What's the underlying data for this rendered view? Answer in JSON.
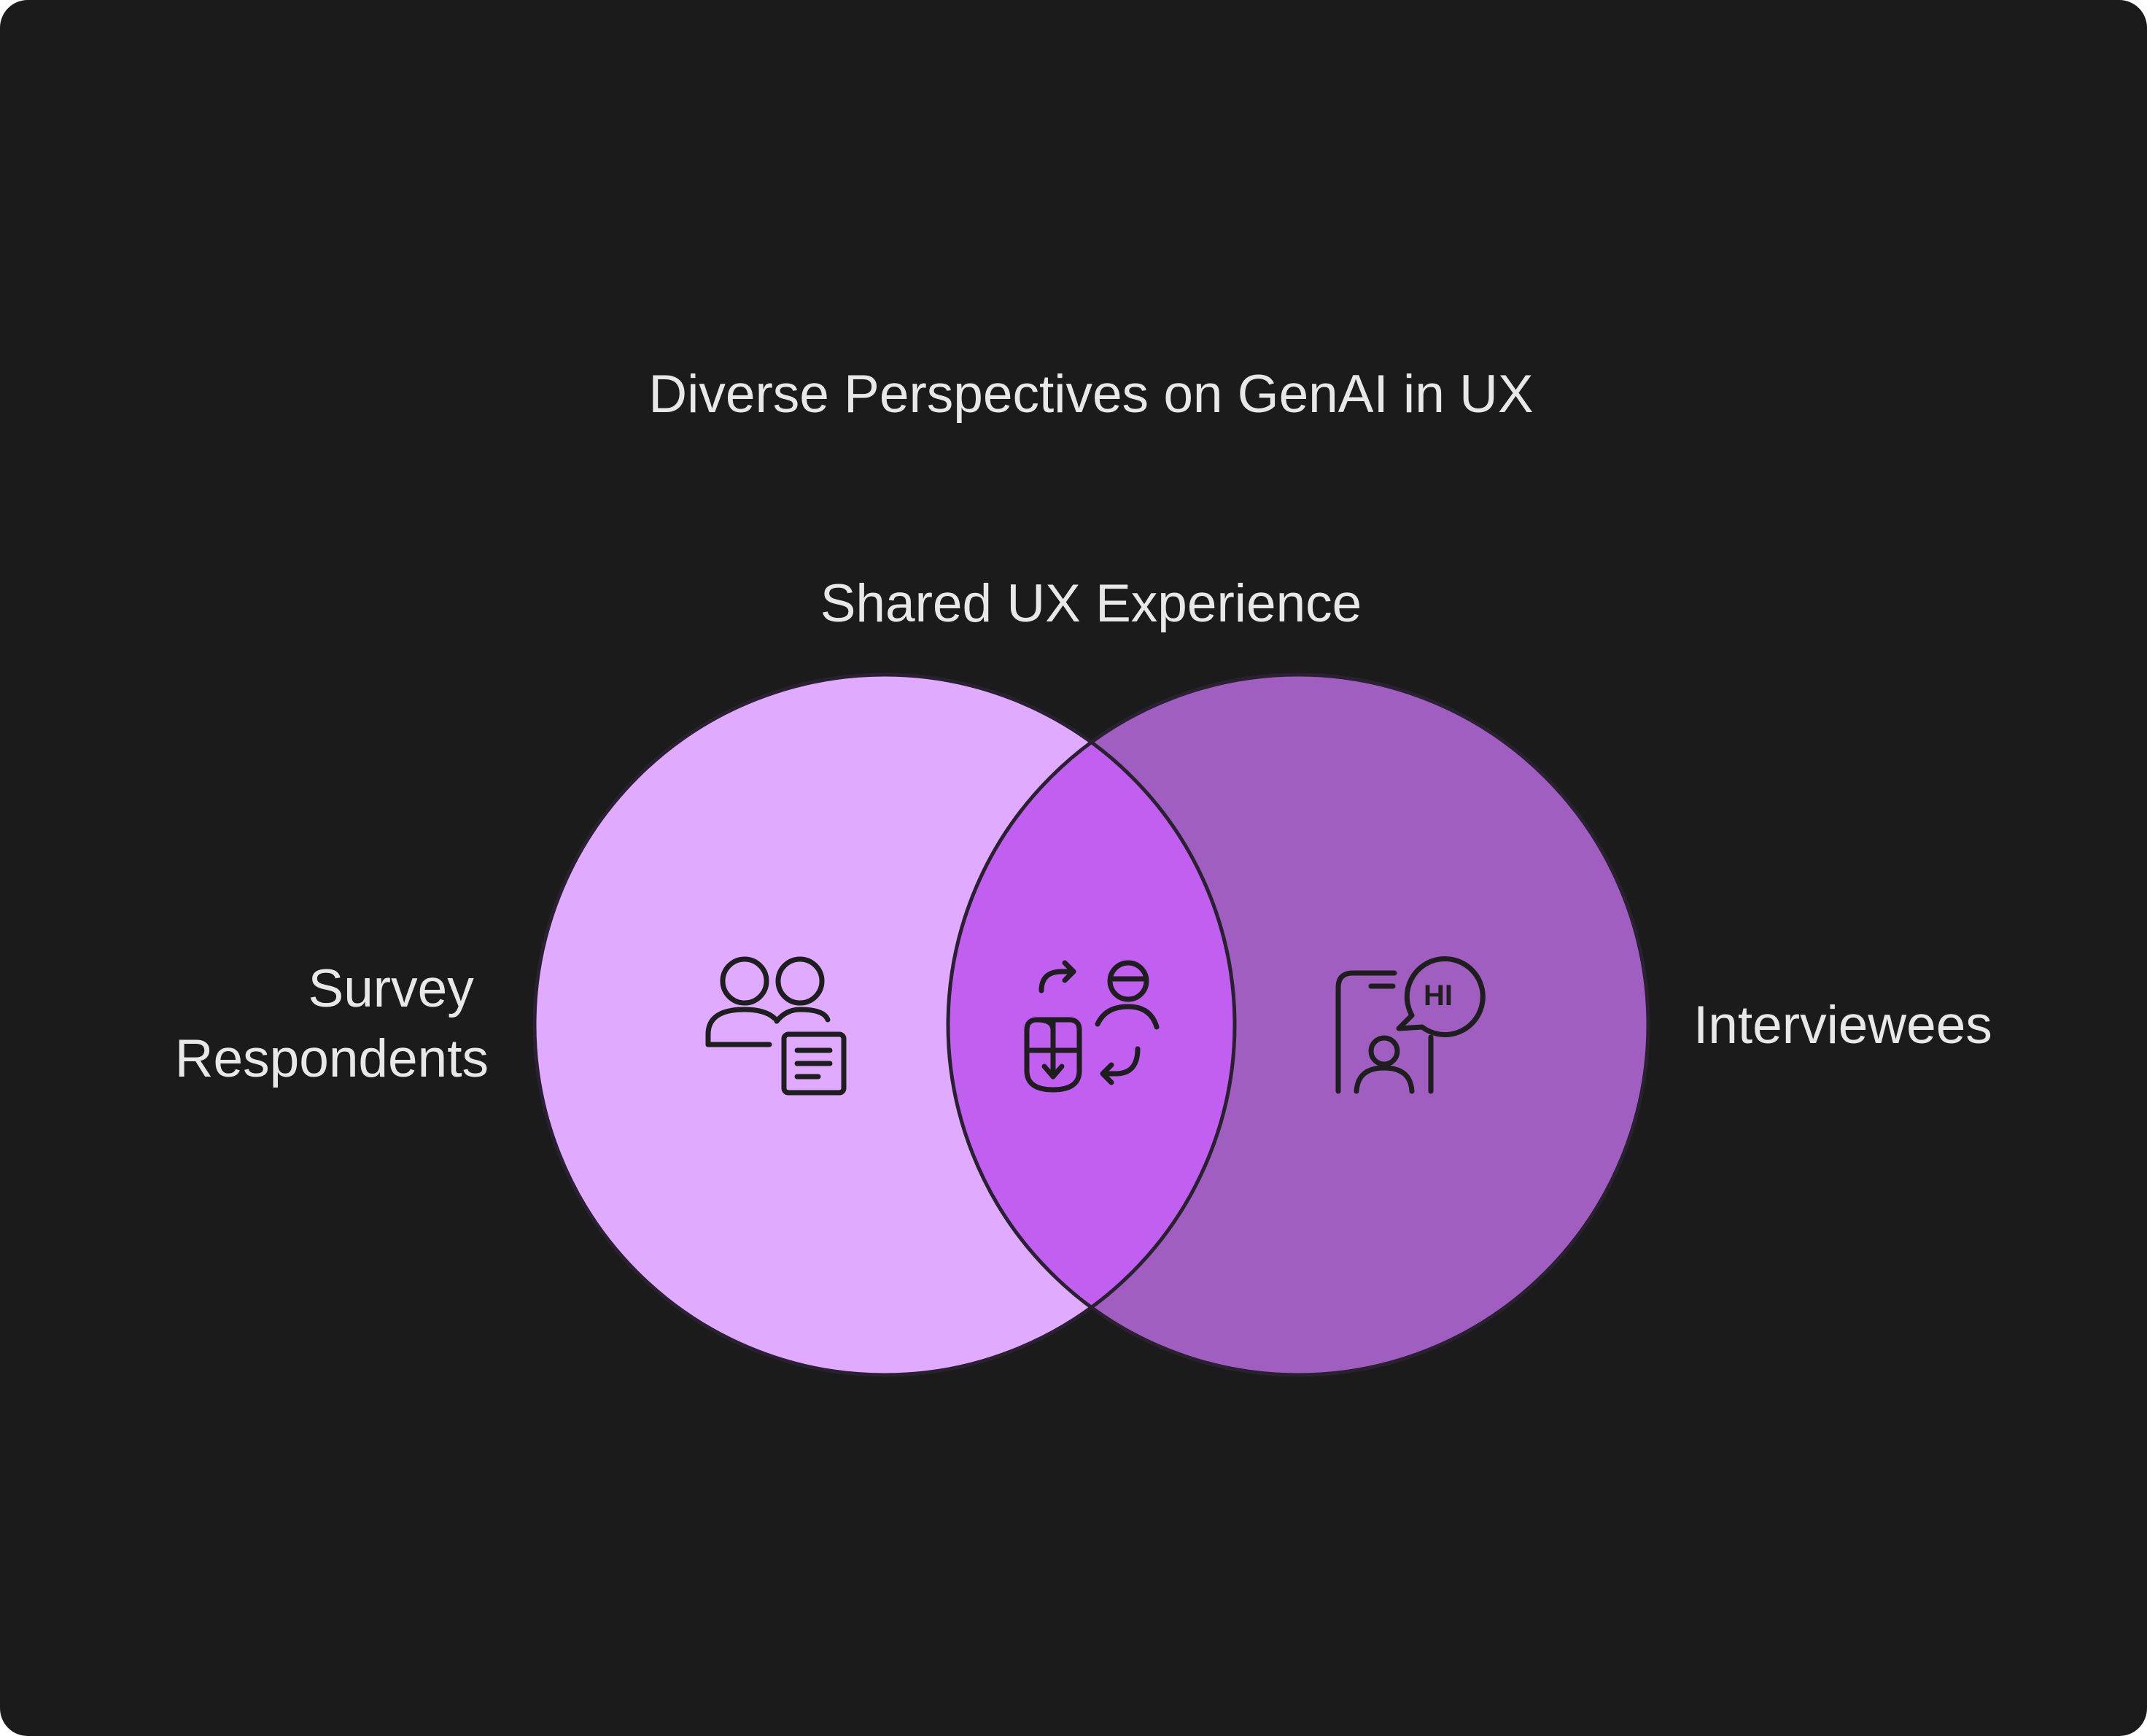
{
  "title": "Diverse Perspectives on GenAI in UX",
  "intersection_label": "Shared UX Experience",
  "left_set": {
    "label_lines": [
      "Survey",
      "Respondents"
    ],
    "color": "#e0aaff",
    "icon": "survey-respondents-icon"
  },
  "right_set": {
    "label": "Interviewees",
    "color": "#a05ec0",
    "icon": "interview-phone-icon"
  },
  "overlap": {
    "color": "#c05ff0",
    "icon": "exchange-people-icon"
  },
  "icon_text": {
    "speech_bubble": "HI"
  },
  "colors": {
    "background": "#1b1b1b",
    "outline": "#2a2130",
    "text": "#e8e8e8"
  }
}
